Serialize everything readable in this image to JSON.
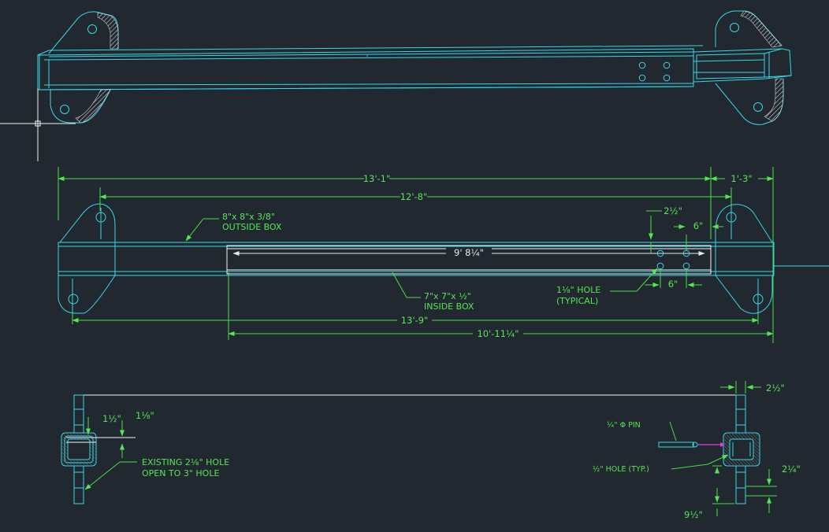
{
  "drawing": {
    "background": "#212830",
    "colors": {
      "geometry": "#35d8e8",
      "dimension": "#55e655",
      "lines": "#f2f2f2",
      "marker": "#e040e0"
    }
  },
  "plan_view": {
    "dim_overall": "13'-1\"",
    "dim_end": "1'-3\"",
    "dim_inner": "12'-8\"",
    "dim_bottom_outer": "13'-9\"",
    "dim_bottom_inner": "10'-11¼\"",
    "dim_inside_length": "9' 8¼\"",
    "dim_hole_offset": "2½\"",
    "dim_hole_edge": "6\"",
    "dim_hole_spacing": "6\"",
    "outside_box_line1": "8\"x 8\"x 3/8\"",
    "outside_box_line2": "OUTSIDE BOX",
    "inside_box_line1": "7\"x 7\"x ½\"",
    "inside_box_line2": "INSIDE BOX",
    "hole_note_line1": "1⅛\" HOLE",
    "hole_note_line2": "(TYPICAL)"
  },
  "left_section": {
    "dim_a": "1½\"",
    "dim_b": "1⅛\"",
    "note_line1": "EXISTING 2⅛\" HOLE",
    "note_line2": "OPEN TO 3\" HOLE"
  },
  "right_section": {
    "dim_top": "2½\"",
    "pin_label": "¼\" Φ PIN",
    "hole_label": "½\" HOLE (TYP.)",
    "dim_right": "2¼\"",
    "dim_bottom": "9½\""
  }
}
